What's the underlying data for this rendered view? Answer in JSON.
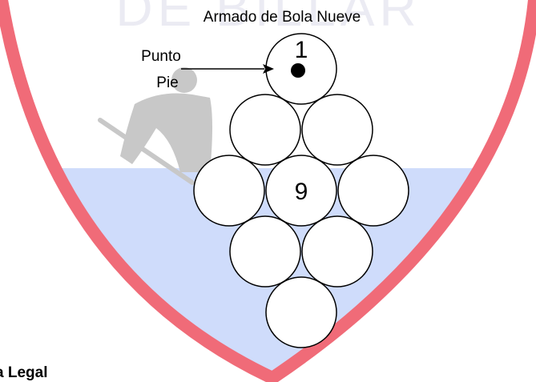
{
  "watermark": {
    "text": "DE BILLAR",
    "text_color": "#ebebf3",
    "shield_border_color": "#f06b78",
    "shield_fill_color": "#cfdcfb",
    "figure_color": "#c8c8c8"
  },
  "diagram": {
    "title": "Armado de Bola Nueve",
    "foot_spot_label_line1": "Punto",
    "foot_spot_label_line2": "Pie",
    "rack_shape": "diamond",
    "rows": [
      1,
      2,
      3,
      2,
      1
    ],
    "balls": [
      {
        "row": 0,
        "col": 0,
        "number": "1",
        "has_spot": true
      },
      {
        "row": 1,
        "col": 0,
        "number": "",
        "has_spot": false
      },
      {
        "row": 1,
        "col": 1,
        "number": "",
        "has_spot": false
      },
      {
        "row": 2,
        "col": 0,
        "number": "",
        "has_spot": false
      },
      {
        "row": 2,
        "col": 1,
        "number": "9",
        "has_spot": false
      },
      {
        "row": 2,
        "col": 2,
        "number": "",
        "has_spot": false
      },
      {
        "row": 3,
        "col": 0,
        "number": "",
        "has_spot": false
      },
      {
        "row": 3,
        "col": 1,
        "number": "",
        "has_spot": false
      },
      {
        "row": 4,
        "col": 0,
        "number": "",
        "has_spot": false
      }
    ]
  },
  "footer": {
    "partial_heading": "a Legal"
  }
}
